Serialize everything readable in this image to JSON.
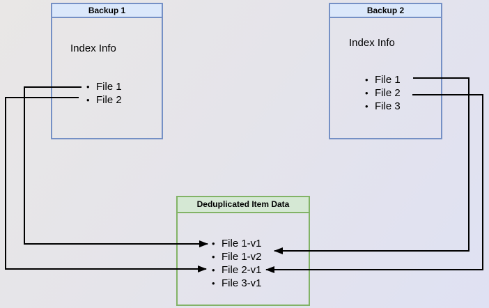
{
  "diagram": {
    "background_from": "#e9e7e6",
    "background_to": "#dfe1f3",
    "colors": {
      "blue_box_border": "#7590c5",
      "blue_box_header_fill": "#dbe8fb",
      "green_box_border": "#82b366",
      "green_box_header_fill": "#d5e8d4",
      "arrow_line": "#000000",
      "text": "#000000"
    }
  },
  "boxes": {
    "backup1": {
      "title": "Backup 1",
      "subtitle": "Index Info",
      "files": [
        "File 1",
        "File 2"
      ]
    },
    "backup2": {
      "title": "Backup 2",
      "subtitle": "Index Info",
      "files": [
        "File 1",
        "File 2",
        "File 3"
      ]
    },
    "dedup": {
      "title": "Deduplicated Item Data",
      "items": [
        "File 1-v1",
        "File 1-v2",
        "File 2-v1",
        "File 3-v1"
      ]
    }
  },
  "connections": [
    {
      "from": "Backup 1 / File 1",
      "to": "File 1-v1"
    },
    {
      "from": "Backup 1 / File 2",
      "to": "File 2-v1"
    },
    {
      "from": "Backup 2 / File 1",
      "to": "File 1-v2"
    },
    {
      "from": "Backup 2 / File 2",
      "to": "File 2-v1"
    }
  ]
}
